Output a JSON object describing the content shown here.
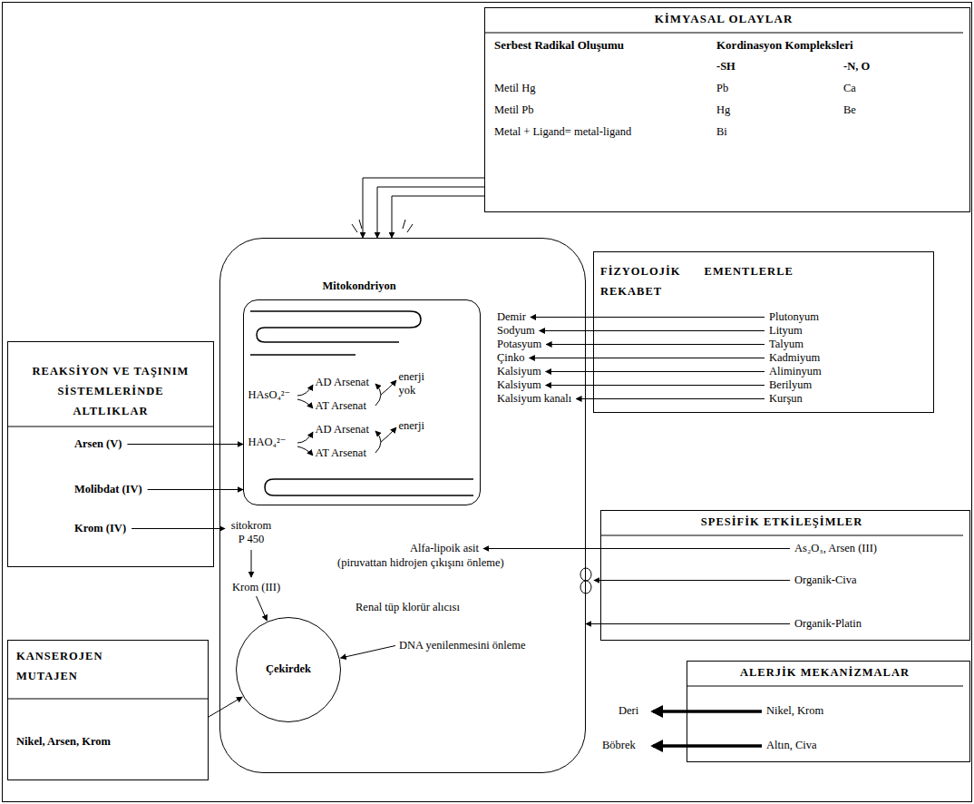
{
  "diagram": {
    "nodes": [
      {
        "text": [
          "KİMYASAL OLAYLAR",
          "Serbest Radikal Oluşumu",
          "Kordinasyon Kompleksleri",
          "-SH",
          "-N, O",
          "Metil Hg",
          "Pb",
          "Ca",
          "Metil Pb",
          "Hg",
          "Be",
          "Metal + Ligand= metal-ligand",
          "Bi"
        ]
      },
      {
        "text": [
          "Demir",
          "Sodyum",
          "Potasyum",
          "Çinko",
          "Kalsiyum",
          "Kalsiyum",
          "Kalsiyum kanalı",
          "sitokrom P 450",
          "Krom (III)",
          "Alfa-lipoik asit",
          "(piruvattan hidrojen çıkışını önleme)",
          "Renal tüp klorür alıcısı",
          "DNA yenilenmesini önleme"
        ]
      },
      {
        "text": [
          "Mitokondriyon",
          "HAsO₄²⁻",
          "AD Arsenat",
          "AT Arsenat",
          "enerji yok",
          "HAO₄²⁻",
          "AD Arsenat",
          "AT Arsenat",
          "enerji"
        ],
        "in": 1
      },
      {
        "text": [
          "Çekirdek"
        ],
        "in": 1
      },
      {
        "text": [
          "REAKSİYON VE TAŞINIM SİSTEMLERİNDE ALTLIKLAR",
          "Arsen (V)",
          "Molibdat (IV)",
          "Krom (IV)"
        ]
      },
      {
        "text": [
          "FİZYOLOJİK EMENTLERLE REKABET",
          "Plutonyum",
          "Lityum",
          "Talyum",
          "Kadmiyum",
          "Aliminyum",
          "Berilyum",
          "Kurşun"
        ]
      },
      {
        "text": [
          "SPESİFİK ETKİLEŞİMLER",
          "As₂O₃, Arsen (III)",
          "Organik-Civa",
          "Organik-Platin"
        ]
      },
      {
        "text": [
          "KANSEROJEN MUTAJEN",
          "Nikel, Arsen, Krom"
        ]
      },
      {
        "text": [
          "ALERJİK MEKANİZMALAR",
          "Nikel, Krom",
          "Altın, Civa"
        ]
      }
    ],
    "edges": [
      {
        "from": 0,
        "to": 1,
        "arrow": "to"
      },
      {
        "from": 0,
        "to": 1,
        "arrow": "to"
      },
      {
        "from": 0,
        "to": 1,
        "arrow": "to"
      },
      {
        "from": 4,
        "to": 2,
        "arrow": "to"
      },
      {
        "from": 4,
        "to": 2,
        "arrow": "to"
      },
      {
        "from": 4,
        "to": 1,
        "arrow": "to"
      },
      {
        "from": 5,
        "to": 1,
        "arrow": "to"
      },
      {
        "from": 5,
        "to": 1,
        "arrow": "to"
      },
      {
        "from": 5,
        "to": 1,
        "arrow": "to"
      },
      {
        "from": 5,
        "to": 1,
        "arrow": "to"
      },
      {
        "from": 5,
        "to": 1,
        "arrow": "to"
      },
      {
        "from": 5,
        "to": 1,
        "arrow": "to"
      },
      {
        "from": 5,
        "to": 1,
        "arrow": "to"
      },
      {
        "from": 6,
        "to": 1,
        "arrow": "to"
      },
      {
        "from": 6,
        "to": 1,
        "arrow": "to"
      },
      {
        "from": 6,
        "to": 1,
        "arrow": "to"
      },
      {
        "from": 1,
        "to": 3,
        "arrow": "to"
      },
      {
        "from": 1,
        "to": 3,
        "arrow": "to"
      },
      {
        "from": 7,
        "to": 3,
        "arrow": "to"
      }
    ],
    "labels": [
      "Deri",
      "Böbrek"
    ]
  }
}
